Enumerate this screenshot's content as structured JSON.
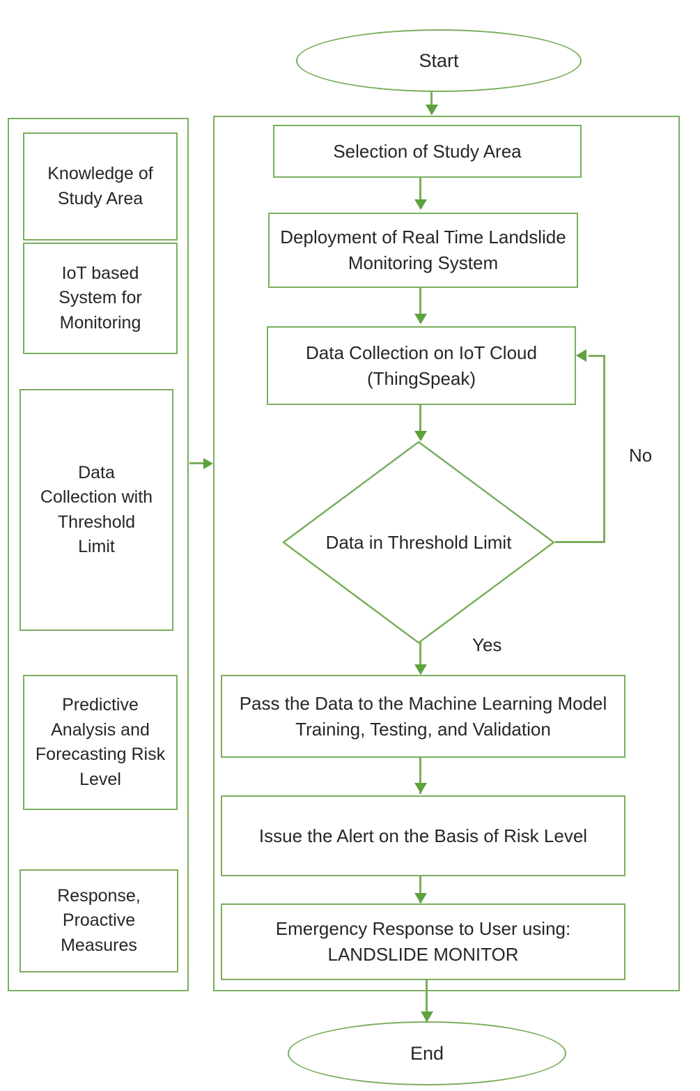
{
  "diagram": {
    "title": "Landslide Monitoring System Methodology Flowchart",
    "accent_color": "#7aae5c",
    "arrow_color": "#5da23c",
    "text_color": "#262626",
    "background": "#ffffff"
  },
  "terminals": {
    "start": "Start",
    "end": "End"
  },
  "sidebar": {
    "items": [
      {
        "label": "Knowledge of Study Area"
      },
      {
        "label": "IoT based System for Monitoring"
      },
      {
        "label": "Data Collection with Threshold Limit"
      },
      {
        "label": "Predictive Analysis and Forecasting Risk Level"
      },
      {
        "label": "Response, Proactive Measures"
      }
    ]
  },
  "flow": {
    "nodes": [
      {
        "id": "selection",
        "label": "Selection of Study Area"
      },
      {
        "id": "deployment",
        "label": "Deployment of Real Time Landslide Monitoring System"
      },
      {
        "id": "collection",
        "label": "Data Collection on IoT Cloud (ThingSpeak)"
      },
      {
        "id": "decision",
        "label": "Data in Threshold Limit"
      },
      {
        "id": "ml",
        "label": "Pass the Data to the Machine Learning Model Training, Testing, and Validation"
      },
      {
        "id": "alert",
        "label": "Issue the Alert on the Basis of Risk Level"
      },
      {
        "id": "response",
        "label": "Emergency Response to User using: LANDSLIDE MONITOR"
      }
    ],
    "edge_labels": {
      "no": "No",
      "yes": "Yes"
    }
  }
}
